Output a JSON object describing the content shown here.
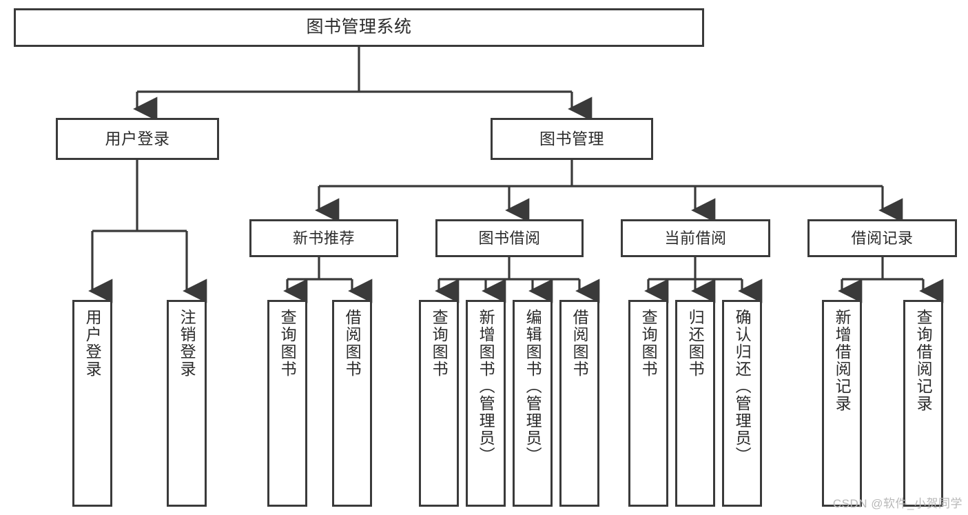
{
  "diagram": {
    "title": "图书管理系统",
    "watermark": "CSDN @软件_小贺同学",
    "stroke_color": "#3a3a3a",
    "text_color": "#2b2b2b",
    "background_color": "#ffffff",
    "root": {
      "label": "图书管理系统"
    },
    "level1": [
      {
        "label": "用户登录"
      },
      {
        "label": "图书管理"
      }
    ],
    "level2": [
      {
        "label": "新书推荐"
      },
      {
        "label": "图书借阅"
      },
      {
        "label": "当前借阅"
      },
      {
        "label": "借阅记录"
      }
    ],
    "leaves": {
      "user_login": [
        {
          "label": "用户登录"
        },
        {
          "label": "注销登录"
        }
      ],
      "new_book": [
        {
          "label": "查询图书"
        },
        {
          "label": "借阅图书"
        }
      ],
      "book_borrow": [
        {
          "label": "查询图书"
        },
        {
          "label": "新增图书（管理员）"
        },
        {
          "label": "编辑图书（管理员）"
        },
        {
          "label": "借阅图书"
        }
      ],
      "current_borrow": [
        {
          "label": "查询图书"
        },
        {
          "label": "归还图书"
        },
        {
          "label": "确认归还（管理员）"
        }
      ],
      "borrow_record": [
        {
          "label": "新增借阅记录"
        },
        {
          "label": "查询借阅记录"
        }
      ]
    }
  }
}
